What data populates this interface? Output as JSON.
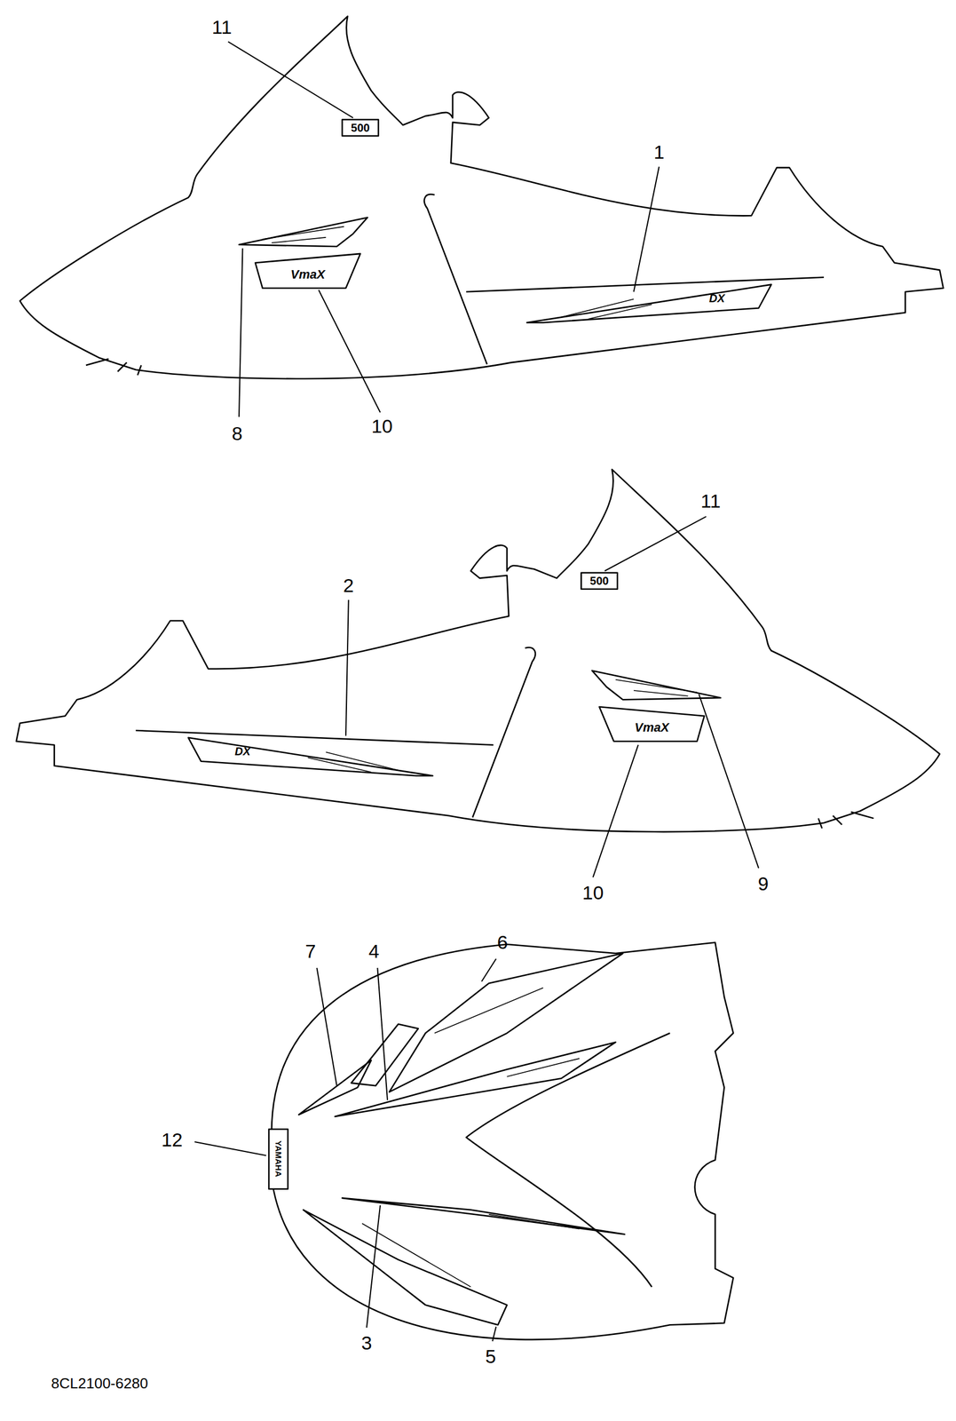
{
  "diagram": {
    "labels": [
      "11",
      "500",
      "1",
      "DX",
      "VmaX",
      "8",
      "10",
      "11",
      "500",
      "2",
      "DX",
      "VmaX",
      "10",
      "9",
      "6",
      "7",
      "4",
      "12",
      "YAMAHA",
      "3",
      "5",
      "8CL2100-6280"
    ]
  }
}
